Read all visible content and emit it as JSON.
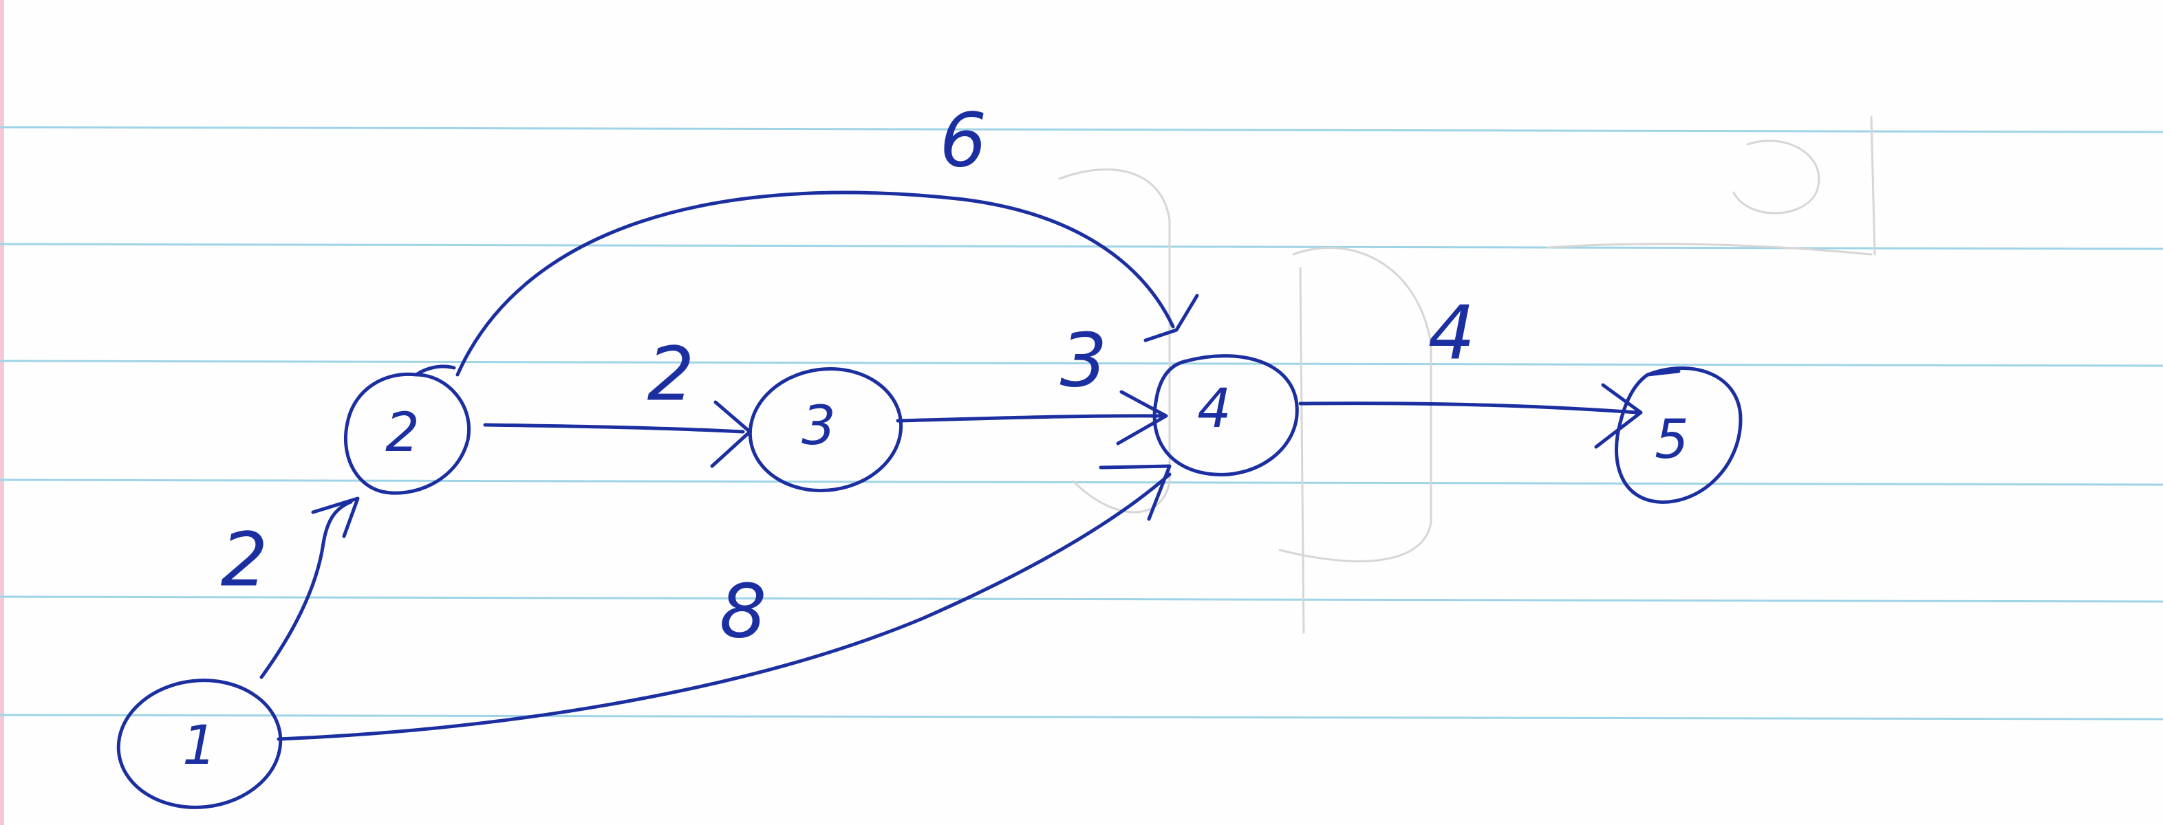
{
  "graph": {
    "nodes": [
      {
        "id": "1",
        "label": "1"
      },
      {
        "id": "2",
        "label": "2"
      },
      {
        "id": "3",
        "label": "3"
      },
      {
        "id": "4",
        "label": "4"
      },
      {
        "id": "5",
        "label": "5"
      }
    ],
    "edges": [
      {
        "from": "1",
        "to": "2",
        "weight": "2"
      },
      {
        "from": "2",
        "to": "3",
        "weight": "2"
      },
      {
        "from": "2",
        "to": "4",
        "weight": "6"
      },
      {
        "from": "3",
        "to": "4",
        "weight": "3"
      },
      {
        "from": "1",
        "to": "4",
        "weight": "8"
      },
      {
        "from": "4",
        "to": "5",
        "weight": "4"
      }
    ]
  },
  "colors": {
    "ink": "#1c2fa0",
    "ruled_lines": "#9fd4e6",
    "paper": "#fefefe"
  }
}
